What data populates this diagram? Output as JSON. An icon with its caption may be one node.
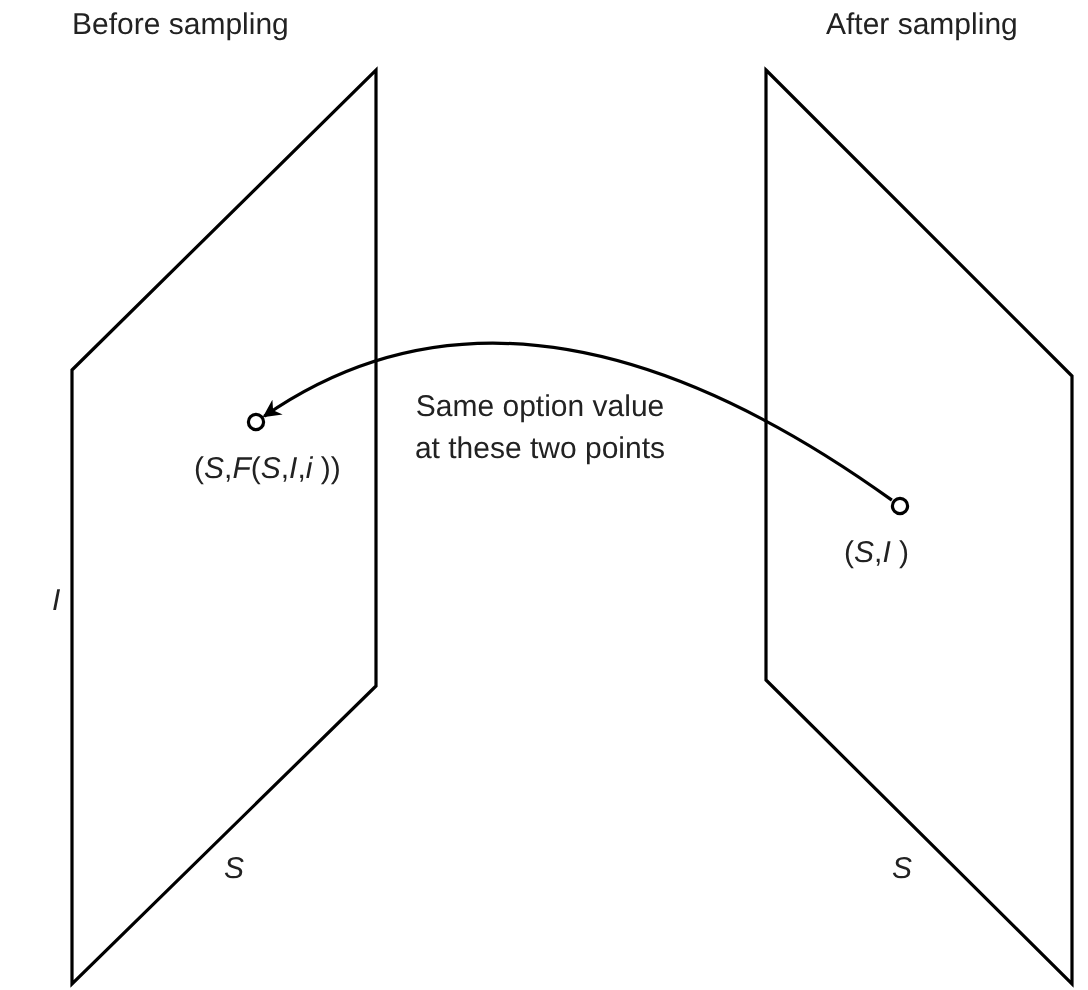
{
  "diagram": {
    "nodes": [
      {
        "text": [
          "Before sampling"
        ]
      },
      {
        "text": [],
        "shape": "circle",
        "in": 0,
        "beside": [
          "(*S*,*F*(*S*,*I*,*i* ))"
        ]
      },
      {
        "text": [
          "After sampling"
        ]
      },
      {
        "text": [],
        "shape": "circle",
        "in": 2,
        "beside": [
          "(*S*,*I* )"
        ]
      }
    ],
    "edges": [
      {
        "from": 3,
        "to": 1,
        "arrow": "to"
      }
    ],
    "labels": [
      "Same option value at these two points",
      "I",
      "S",
      "S"
    ]
  }
}
